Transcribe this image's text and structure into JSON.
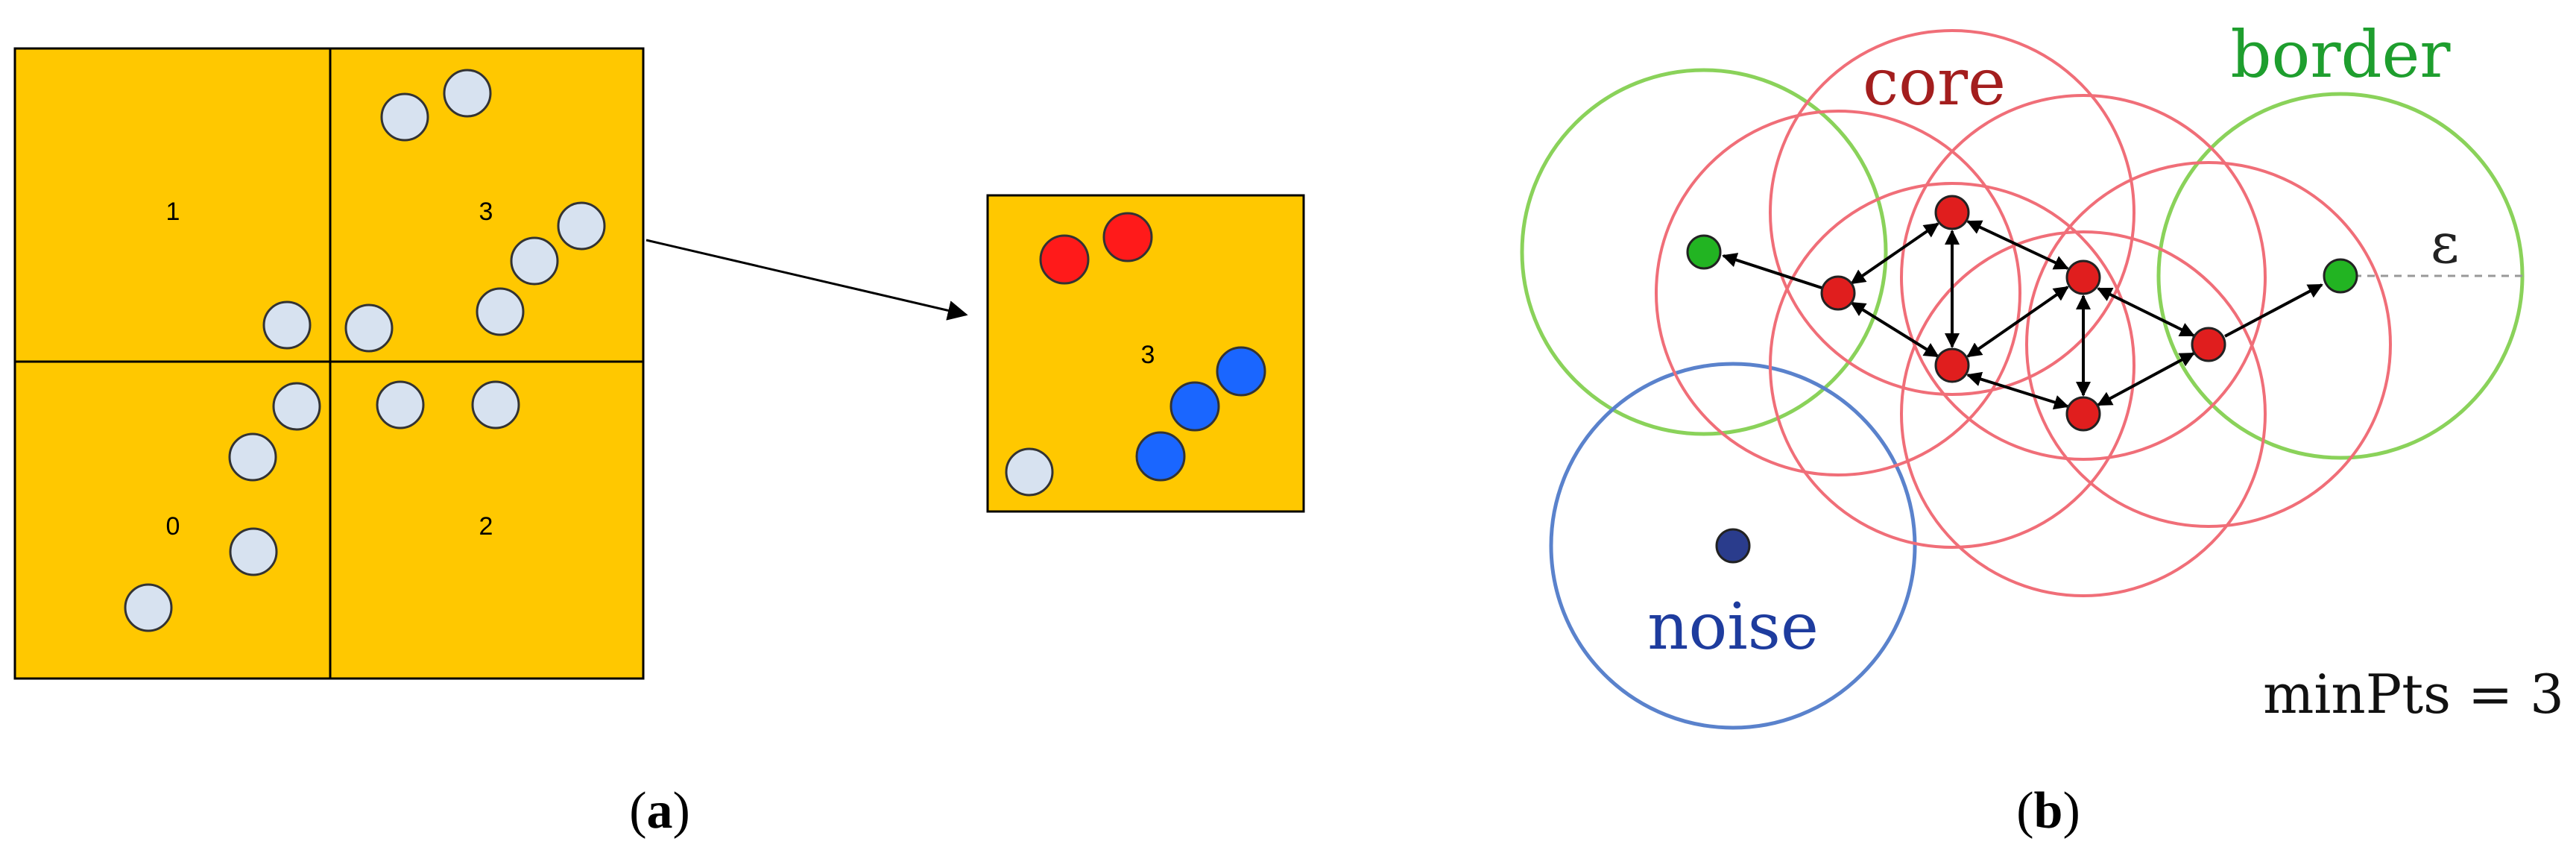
{
  "panel_a": {
    "grid_labels": [
      "1",
      "3",
      "0",
      "2"
    ],
    "zoom_label": "3",
    "colors": {
      "cell_fill": "#FFC800",
      "point_fill": "#D7E2F0",
      "core_point": "#FF1A1A",
      "cluster_point": "#1A66FF"
    },
    "caption": {
      "open": "(",
      "letter": "a",
      "close": ")"
    }
  },
  "panel_b": {
    "labels": {
      "core": "core",
      "border": "border",
      "noise": "noise",
      "epsilon": "ε",
      "min_pts": "minPts = 3"
    },
    "colors": {
      "core": "#A31E1E",
      "border": "#1E9E2E",
      "noise": "#1E3C9E",
      "core_circle": "#F06E78",
      "border_circle": "#8AD25A",
      "noise_circle": "#5A82CC",
      "core_point": "#E01E1E",
      "border_point": "#22B422",
      "noise_point": "#2A3C8C"
    },
    "caption": {
      "open": "(",
      "letter": "b",
      "close": ")"
    }
  }
}
